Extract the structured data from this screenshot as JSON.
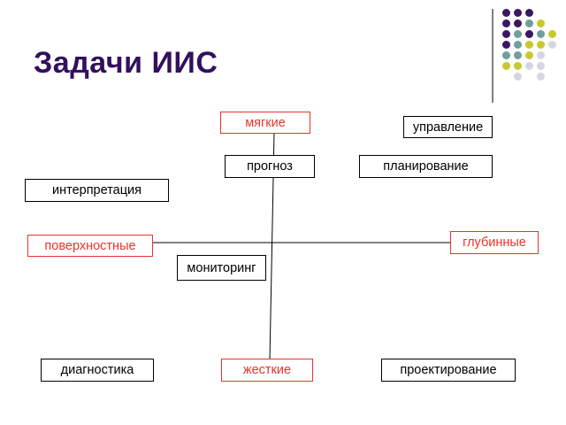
{
  "title": "Задачи ИИС",
  "colors": {
    "title": "#33105e",
    "axis_label": "#e8342b",
    "dot_purple": "#3a1760",
    "dot_teal": "#6f9f9b",
    "dot_olive": "#c8c830",
    "dot_lavender": "#d6d6e2"
  },
  "axis_labels": {
    "top": "мягкие",
    "bottom": "жесткие",
    "left": "поверхностные",
    "right": "глубинные"
  },
  "tasks": {
    "upravlenie": "управление",
    "prognoz": "прогноз",
    "planirovanie": "планирование",
    "interpretatsiya": "интерпретация",
    "monitoring": "мониторинг",
    "diagnostika": "диагностика",
    "proektirovanie": "проектирование"
  }
}
